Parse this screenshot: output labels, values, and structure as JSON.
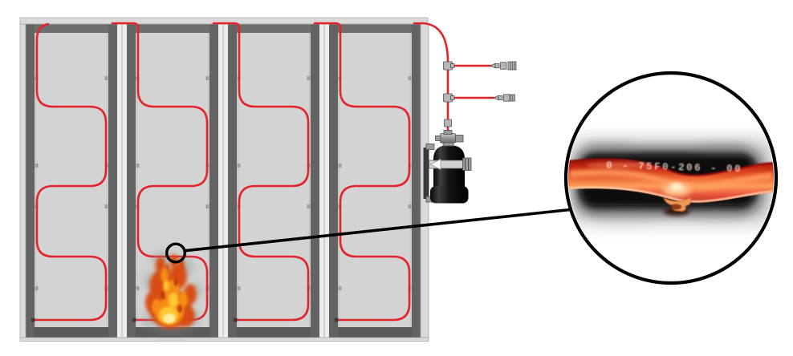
{
  "scene": {
    "description": "Fire suppression system diagram: four equipment cabinets with red detection tubing, fire in second bay, suppression agent cylinder, and magnified callout of burst detection tube",
    "bay_count": 4,
    "tube_marking": "0 - 75F0-206 - 00"
  },
  "colors": {
    "tube_red": "#e3242b",
    "rail": "#636363",
    "rail_top": "#6e6e6e",
    "rail_bottom": "#5a5a5a",
    "interior": "#d3d3d3",
    "edge_strip": "#dadada",
    "edge_border": "#a0a0a0",
    "gap": "#ededed",
    "seam": "#b4b4b4",
    "highlight": "#c9c9c9",
    "clip": "#9f9f9f",
    "terminator": "#3a3a3a",
    "fitting": "#b7b7b7",
    "fitting_stroke": "#4e4e4e",
    "metal": "#9a9a9a",
    "cylinder": "#111111",
    "bracket": "#3a3a3a",
    "strap": "#d2d2d2",
    "annotation": "#000000",
    "flame_outer": "#d84a0e",
    "flame_mid": "#f78f13",
    "flame_bright": "#ffc832",
    "flame_core": "#ffeb9b",
    "smoke": "#8d8d8d",
    "photo_bg": "#161616",
    "tube_top_rim": "#8c1007",
    "tube_glow": "#ff9d5d",
    "tube_bottom_rim": "#ffcda6",
    "blister": "#f09a55",
    "blister_glow": "#ffd9a4",
    "marking_text": "#ffe9dc"
  }
}
